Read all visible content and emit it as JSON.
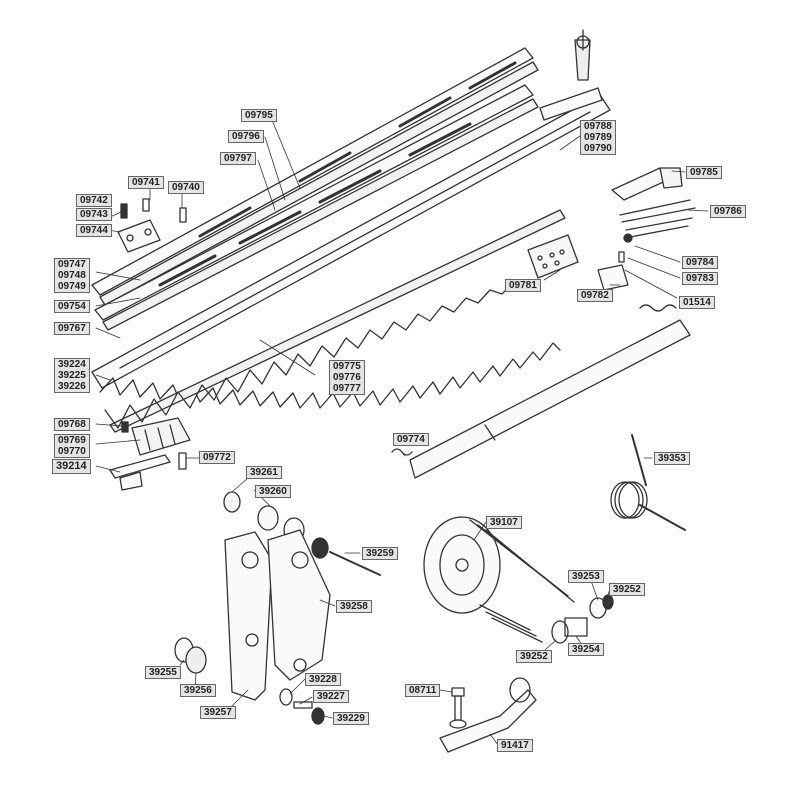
{
  "labels": {
    "p09795": "09795",
    "p09796": "09796",
    "p09797": "09797",
    "p09741": "09741",
    "p09740": "09740",
    "p09742": "09742",
    "p09743": "09743",
    "p09744": "09744",
    "p09747": "09747",
    "p09748": "09748",
    "p09749": "09749",
    "p09754": "09754",
    "p09767": "09767",
    "p39224": "39224",
    "p39225": "39225",
    "p39226": "39226",
    "p09768": "09768",
    "p09769": "09769",
    "p09770": "09770",
    "p39214": "39214",
    "p09772": "09772",
    "p09775": "09775",
    "p09776": "09776",
    "p09777": "09777",
    "p09788": "09788",
    "p09789": "09789",
    "p09790": "09790",
    "p09785": "09785",
    "p09786": "09786",
    "p09784": "09784",
    "p09783": "09783",
    "p09781": "09781",
    "p09782": "09782",
    "p01514": "01514",
    "p09774": "09774",
    "p39353": "39353",
    "p39261": "39261",
    "p39260": "39260",
    "p39259": "39259",
    "p39258": "39258",
    "p39107": "39107",
    "p39253": "39253",
    "p39252a": "39252",
    "p39252b": "39252",
    "p39254": "39254",
    "p39255": "39255",
    "p39256": "39256",
    "p39228": "39228",
    "p39227": "39227",
    "p39229": "39229",
    "p39257": "39257",
    "p08711": "08711",
    "p91417": "91417"
  }
}
